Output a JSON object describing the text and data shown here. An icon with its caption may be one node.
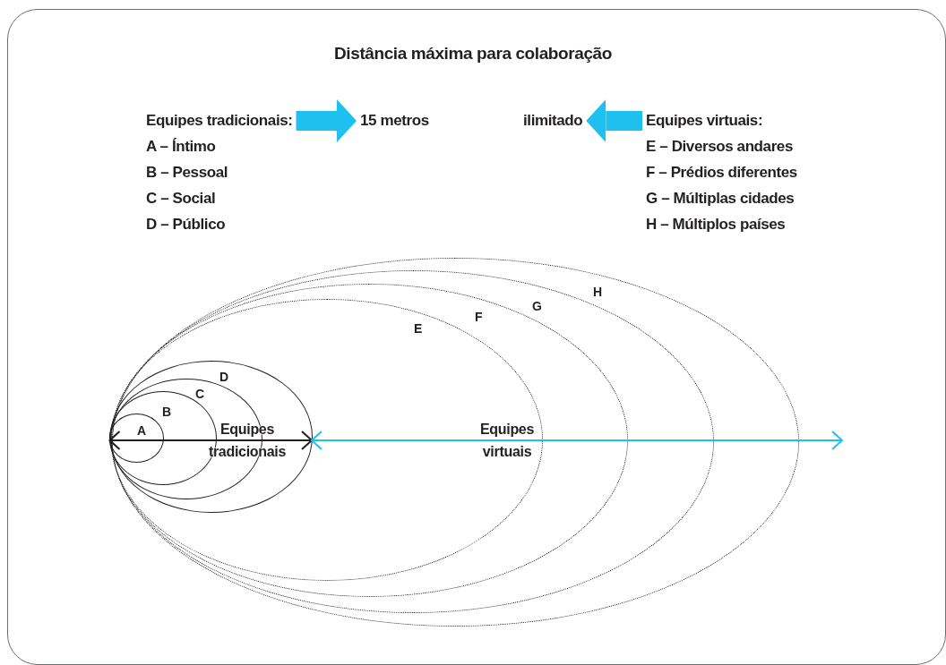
{
  "diagram": {
    "title": "Distância máxima para colaboração",
    "nodes": [
      {
        "text": [
          "Equipes tradicionais:",
          "A – Íntimo",
          "B – Pessoal",
          "C – Social",
          "D – Público"
        ]
      },
      {
        "text": [
          "15 metros"
        ]
      },
      {
        "text": [
          "ilimitado"
        ]
      },
      {
        "text": [
          "Equipes virtuais:",
          "E – Diversos andares",
          "F – Prédios diferentes",
          "G – Múltiplas cidades",
          "H – Múltiplos países"
        ]
      },
      {
        "text": [],
        "shape": "ellipse"
      },
      {
        "text": [],
        "shape": "ellipse",
        "in": 4
      },
      {
        "text": [],
        "shape": "ellipse",
        "in": 5
      },
      {
        "text": [],
        "shape": "ellipse",
        "in": 6
      },
      {
        "text": [],
        "shape": "ellipse",
        "in": 7
      },
      {
        "text": [],
        "shape": "ellipse",
        "in": 8
      },
      {
        "text": [],
        "shape": "ellipse",
        "in": 9
      },
      {
        "text": [],
        "shape": "ellipse",
        "in": 10
      }
    ],
    "edges": [
      {
        "from": 0,
        "to": 1,
        "arrow": "to",
        "style": "thick"
      },
      {
        "from": 3,
        "to": 2,
        "arrow": "to",
        "style": "thick"
      },
      {
        "from": 11,
        "to": 8,
        "arrow": "both",
        "label": "Equipes tradicionais",
        "color": "#231f20"
      },
      {
        "from": 8,
        "to": null,
        "arrow": "both",
        "label": "Equipes virtuais"
      }
    ],
    "labels": [
      "H",
      "G",
      "F",
      "E",
      "D",
      "C",
      "B",
      "A"
    ]
  }
}
